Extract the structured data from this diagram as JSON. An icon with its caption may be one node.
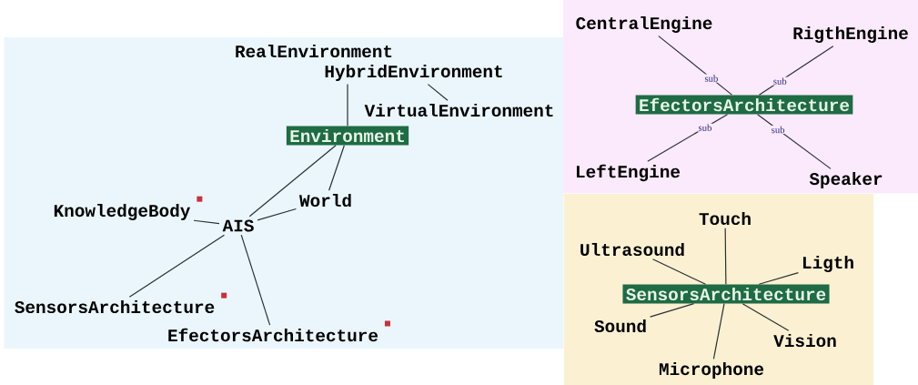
{
  "diagram": {
    "nodes": [
      {
        "text": [],
        "shape": "box"
      },
      {
        "text": [],
        "shape": "box"
      },
      {
        "text": [],
        "shape": "box"
      },
      {
        "text": [
          "RealEnvironment"
        ],
        "in": 0
      },
      {
        "text": [
          "HybridEnvironment"
        ],
        "in": 0
      },
      {
        "text": [
          "VirtualEnvironment"
        ],
        "in": 0
      },
      {
        "text": [
          "Environment"
        ],
        "in": 0
      },
      {
        "text": [
          "World"
        ],
        "in": 0
      },
      {
        "text": [
          "KnowledgeBody"
        ],
        "in": 0
      },
      {
        "text": [
          "AIS"
        ],
        "in": 0
      },
      {
        "text": [
          "SensorsArchitecture"
        ],
        "in": 0
      },
      {
        "text": [
          "EfectorsArchitecture"
        ],
        "in": 0
      },
      {
        "text": [
          "CentralEngine"
        ],
        "in": 1
      },
      {
        "text": [
          "RigthEngine"
        ],
        "in": 1
      },
      {
        "text": [
          "EfectorsArchitecture"
        ],
        "in": 1
      },
      {
        "text": [
          "LeftEngine"
        ],
        "in": 1
      },
      {
        "text": [
          "Speaker"
        ],
        "in": 1
      },
      {
        "text": [
          "Touch"
        ],
        "in": 2
      },
      {
        "text": [
          "Ultrasound"
        ],
        "in": 2
      },
      {
        "text": [
          "Ligth"
        ],
        "in": 2
      },
      {
        "text": [
          "SensorsArchitecture"
        ],
        "in": 2
      },
      {
        "text": [
          "Sound"
        ],
        "in": 2
      },
      {
        "text": [
          "Vision"
        ],
        "in": 2
      },
      {
        "text": [
          "Microphone"
        ],
        "in": 2
      }
    ],
    "edges": [
      {
        "from": 6,
        "to": 4,
        "arrow": "none"
      },
      {
        "from": 4,
        "to": 5,
        "arrow": "none"
      },
      {
        "from": 6,
        "to": 9,
        "arrow": "none"
      },
      {
        "from": 6,
        "to": 7,
        "arrow": "none"
      },
      {
        "from": 7,
        "to": 9,
        "arrow": "none"
      },
      {
        "from": 8,
        "to": 9,
        "arrow": "none"
      },
      {
        "from": 9,
        "to": 10,
        "arrow": "none"
      },
      {
        "from": 9,
        "to": 11,
        "arrow": "none"
      },
      {
        "from": 14,
        "to": 12,
        "arrow": "none",
        "label": "sub"
      },
      {
        "from": 14,
        "to": 13,
        "arrow": "none",
        "label": "sub"
      },
      {
        "from": 14,
        "to": 15,
        "arrow": "none",
        "label": "sub"
      },
      {
        "from": 14,
        "to": 16,
        "arrow": "none",
        "label": "sub"
      },
      {
        "from": 20,
        "to": 17,
        "arrow": "none"
      },
      {
        "from": 20,
        "to": 18,
        "arrow": "none"
      },
      {
        "from": 20,
        "to": 19,
        "arrow": "none"
      },
      {
        "from": 20,
        "to": 21,
        "arrow": "none"
      },
      {
        "from": 20,
        "to": 22,
        "arrow": "none"
      },
      {
        "from": 20,
        "to": 23,
        "arrow": "none"
      }
    ]
  }
}
